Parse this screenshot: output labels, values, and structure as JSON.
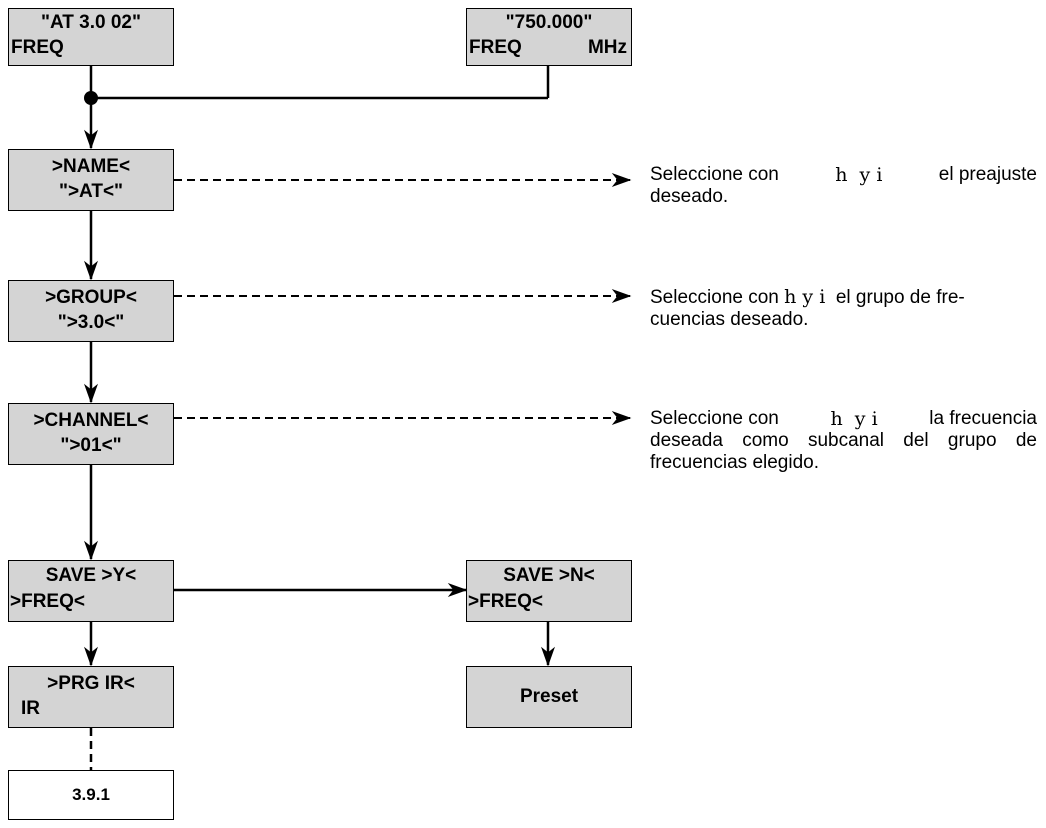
{
  "diagram": {
    "boxes": {
      "at_freq": {
        "line1": "\"AT 3.0 02\"",
        "line2": "FREQ"
      },
      "mhz_freq": {
        "line1": "\"750.000\"",
        "line2_left": "FREQ",
        "line2_right": "MHz"
      },
      "name": {
        "line1": ">NAME<",
        "line2": "\">AT<\""
      },
      "group": {
        "line1": ">GROUP<",
        "line2": "\">3.0<\""
      },
      "channel": {
        "line1": ">CHANNEL<",
        "line2": "\">01<\""
      },
      "save_y": {
        "line1": "SAVE >Y<",
        "line2": ">FREQ<"
      },
      "save_n": {
        "line1": "SAVE >N<",
        "line2": ">FREQ<"
      },
      "prg_ir": {
        "line1": ">PRG IR<",
        "line2": "IR"
      },
      "preset": {
        "label": "Preset"
      },
      "ref": {
        "label": "3.9.1"
      }
    },
    "descriptions": {
      "name": {
        "pre": "Seleccione con",
        "keys": "h  y i",
        "post": "el preajuste",
        "line2": "deseado."
      },
      "group": {
        "pre": "Seleccione con",
        "keys": "h y i",
        "post": "el grupo de fre-",
        "line2": "cuencias deseado."
      },
      "channel": {
        "pre": "Seleccione con",
        "keys": "h  y i",
        "post": "la frecuencia",
        "line2_words": [
          "deseada",
          "como",
          "subcanal",
          "del",
          "grupo",
          "de"
        ],
        "line3": "frecuencias elegido."
      }
    },
    "colors": {
      "box_fill": "#d4d4d4",
      "line": "#000000",
      "background": "#ffffff"
    }
  }
}
